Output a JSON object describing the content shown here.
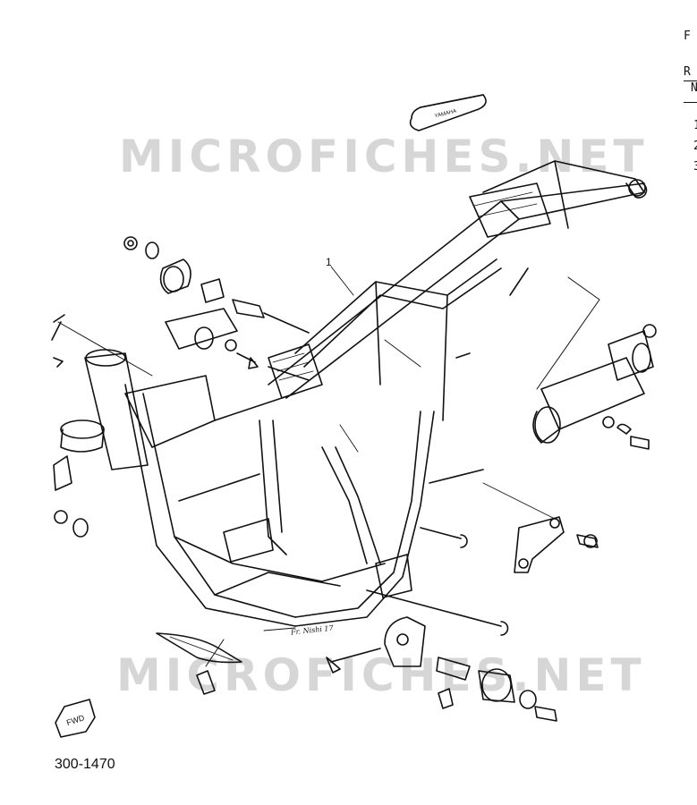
{
  "header": {
    "frag": "F"
  },
  "table_header": {
    "col1": "R",
    "col2": "N"
  },
  "table_rows": [
    "1",
    "2",
    "3"
  ],
  "watermark": {
    "top": "MICROFICHES.NET",
    "bottom": "MICROFICHES.NET"
  },
  "callouts": {
    "part1": "1"
  },
  "catalog_number": "300-1470",
  "fwd_mark": "FWD",
  "seat_tag": "YAMAHA",
  "signature": "Fr. Nishi 17"
}
